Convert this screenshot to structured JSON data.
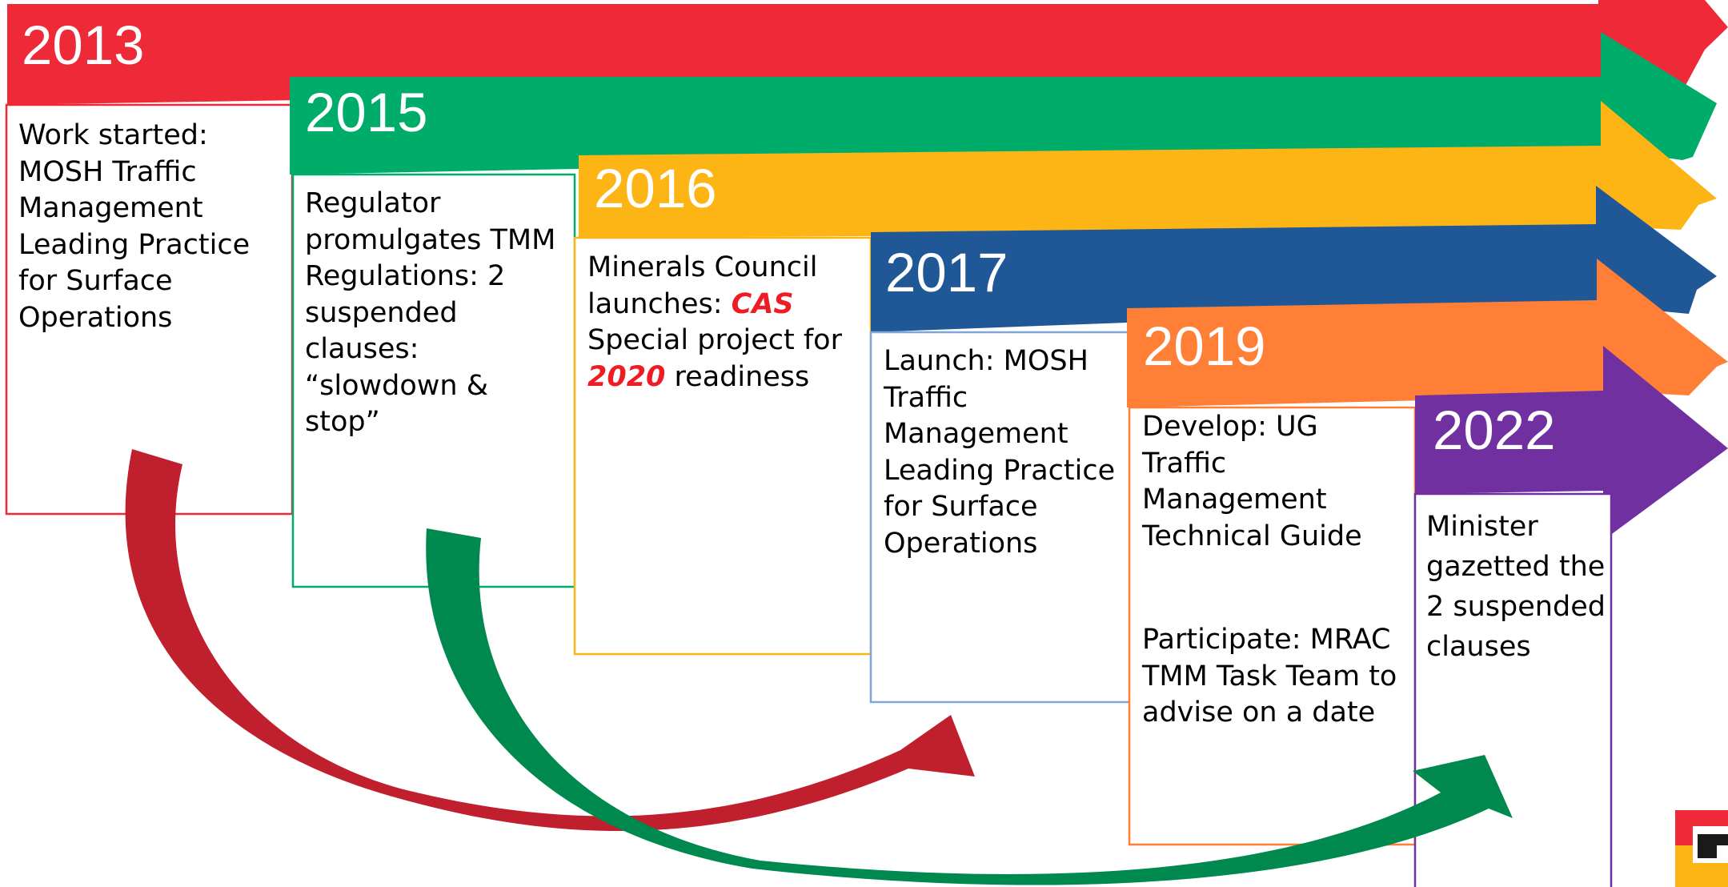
{
  "colors": {
    "red": "#EE2A39",
    "green": "#00AC69",
    "yellow": "#FDB515",
    "blue": "#205797",
    "orange": "#FE7F35",
    "purple": "#7030A0",
    "arrow_red": "#C0202D",
    "arrow_green": "#00894E",
    "highlight": "#EE1C25"
  },
  "milestones": [
    {
      "year": "2013",
      "text": [
        "Work started:",
        "MOSH Traffic",
        "Management",
        "Leading Practice",
        "for Surface",
        "Operations"
      ]
    },
    {
      "year": "2015",
      "text": [
        "Regulator",
        "promulgates TMM",
        "Regulations: 2",
        "suspended",
        "clauses:",
        "“slowdown &",
        "stop”"
      ]
    },
    {
      "year": "2016",
      "line1": "Minerals Council",
      "line2_prefix": "launches: ",
      "line2_highlight": "CAS",
      "line3": "Special project for",
      "line4_highlight": "2020",
      "line4_suffix": " readiness"
    },
    {
      "year": "2017",
      "text": [
        "Launch: MOSH",
        "Traffic",
        "Management",
        "Leading Practice",
        "for Surface",
        "Operations"
      ]
    },
    {
      "year": "2019",
      "text": [
        "Develop: UG",
        "Traffic",
        "Management",
        "Technical Guide"
      ],
      "text2": [
        "Participate: MRAC",
        "TMM Task Team to",
        "advise on a date"
      ]
    },
    {
      "year": "2022",
      "text": [
        "Minister",
        "gazetted the",
        "2 suspended",
        "clauses"
      ]
    }
  ],
  "connectors": [
    {
      "from": "2013",
      "to": "2017",
      "color": "arrow_red"
    },
    {
      "from": "2015",
      "to": "2022",
      "color": "arrow_green"
    }
  ],
  "logo_icon": "minerals-council-logo-icon"
}
